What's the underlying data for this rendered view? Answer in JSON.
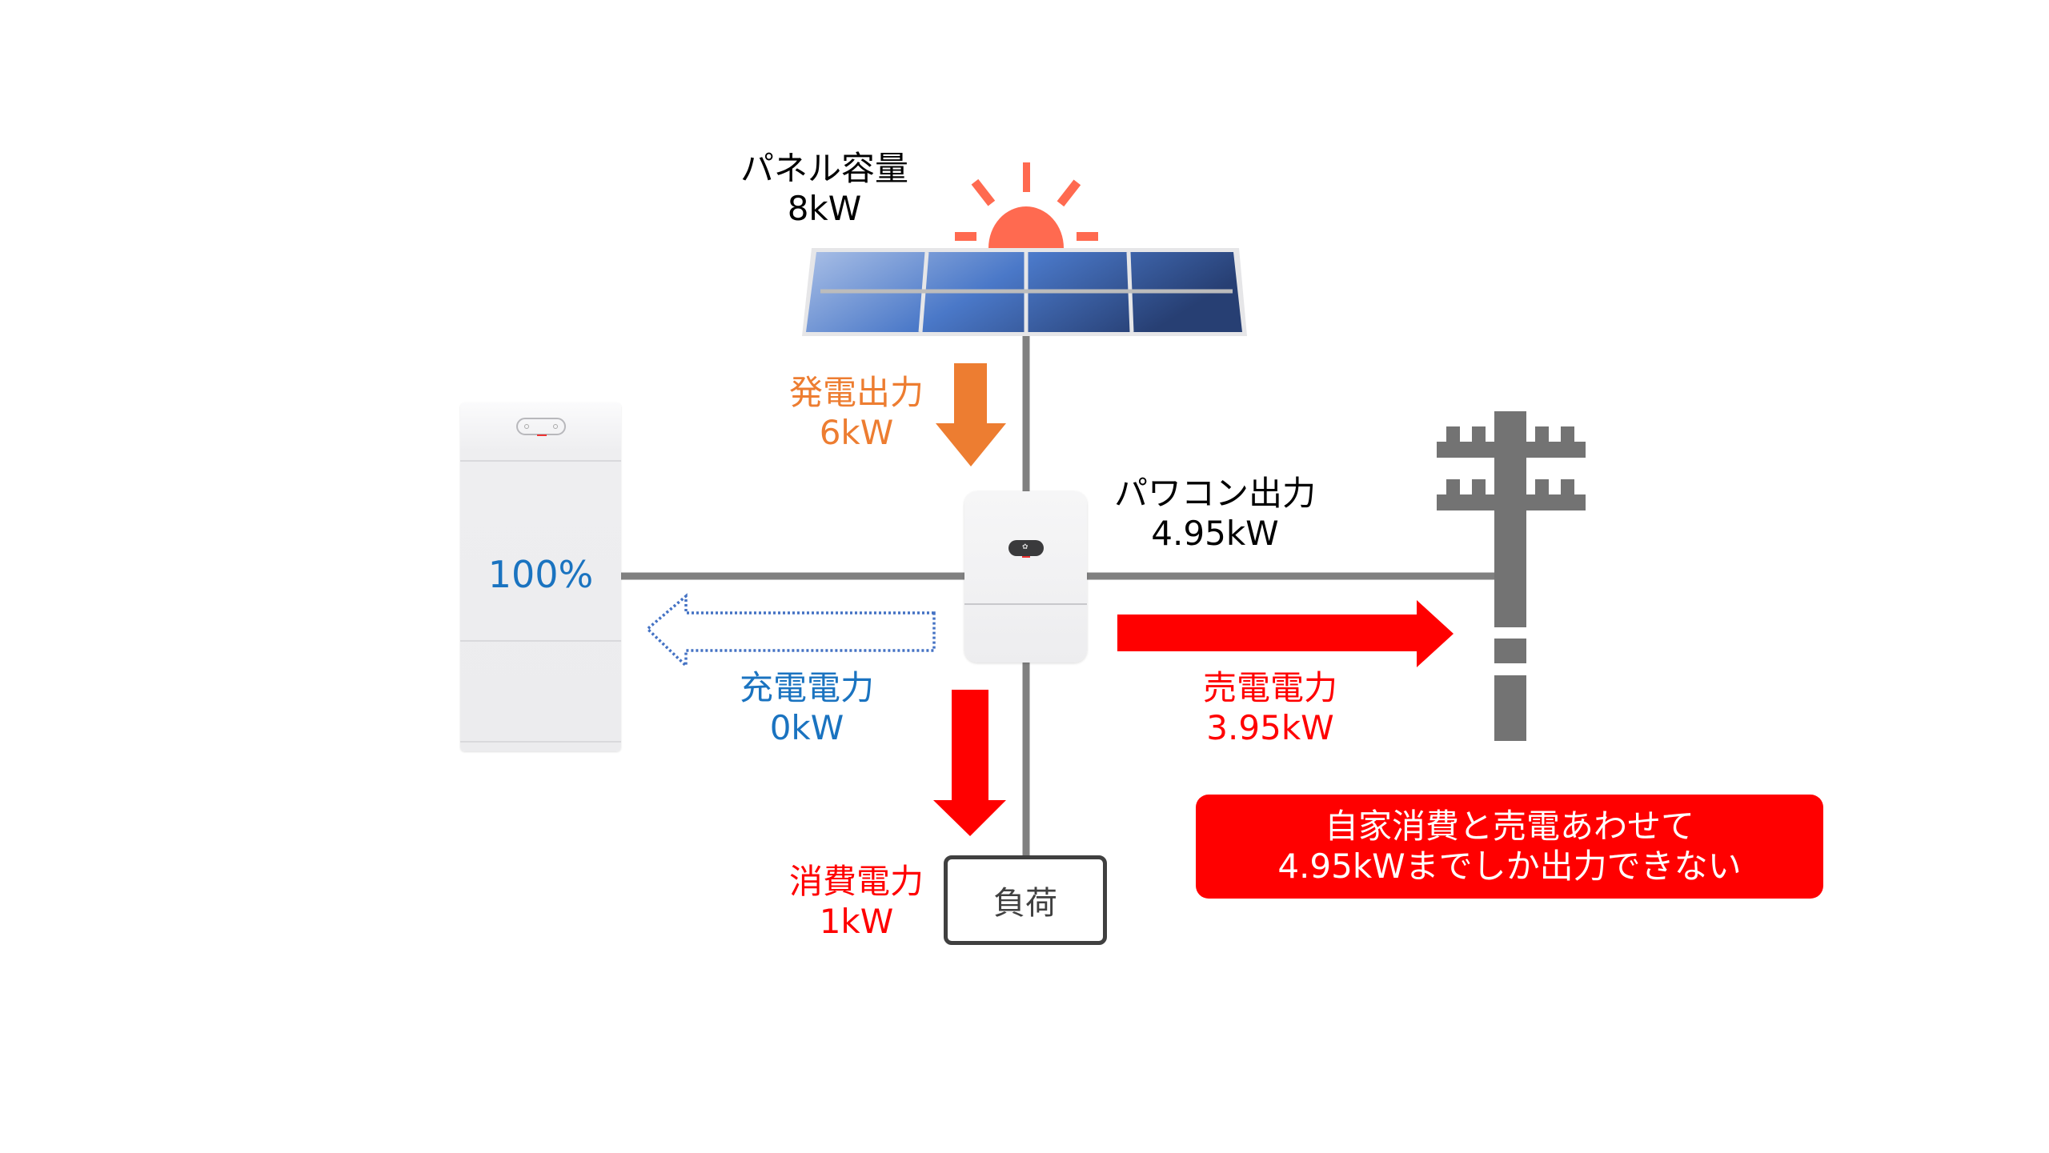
{
  "colors": {
    "line_gray": "#808080",
    "pole_gray": "#737373",
    "generation_orange": "#ed7d31",
    "sun_orange": "#ff6a50",
    "sell_red": "#ff0000",
    "charge_blue": "#1a73c0",
    "dotted_arrow_blue": "#4472c4",
    "text_black": "#000000",
    "load_border": "#404040"
  },
  "panel": {
    "label": "パネル容量",
    "value": "8kW"
  },
  "generation": {
    "label": "発電出力",
    "value": "6kW"
  },
  "inverter_output": {
    "label": "パワコン出力",
    "value": "4.95kW"
  },
  "battery": {
    "soc": "100%"
  },
  "charging": {
    "label": "充電電力",
    "value": "0kW"
  },
  "selling": {
    "label": "売電電力",
    "value": "3.95kW"
  },
  "consumption": {
    "label": "消費電力",
    "value": "1kW"
  },
  "load": {
    "label": "負荷"
  },
  "callout": {
    "line1": "自家消費と売電あわせて",
    "line2": "4.95kWまでしか出力できない"
  },
  "icons": {
    "sun": "sun-icon",
    "solar_panel": "solar-panel-icon",
    "battery": "battery-unit",
    "inverter": "power-conditioner-unit",
    "utility_pole": "utility-pole-icon"
  }
}
